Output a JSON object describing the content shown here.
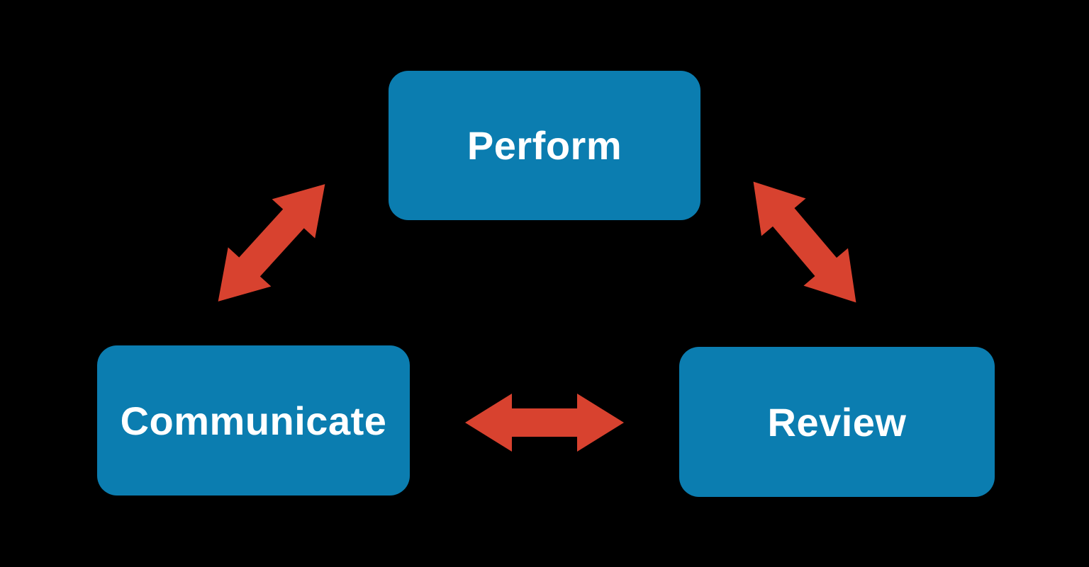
{
  "diagram": {
    "nodes": [
      {
        "id": "perform",
        "label": "Perform"
      },
      {
        "id": "communicate",
        "label": "Communicate"
      },
      {
        "id": "review",
        "label": "Review"
      }
    ],
    "connectors": [
      {
        "id": "perform-communicate",
        "style": "double-headed-arrow"
      },
      {
        "id": "perform-review",
        "style": "double-headed-arrow"
      },
      {
        "id": "communicate-review",
        "style": "double-headed-arrow"
      }
    ]
  },
  "colors": {
    "box": "#0b7db0",
    "arrow": "#d8422f",
    "text": "#ffffff",
    "background": "#000000"
  }
}
